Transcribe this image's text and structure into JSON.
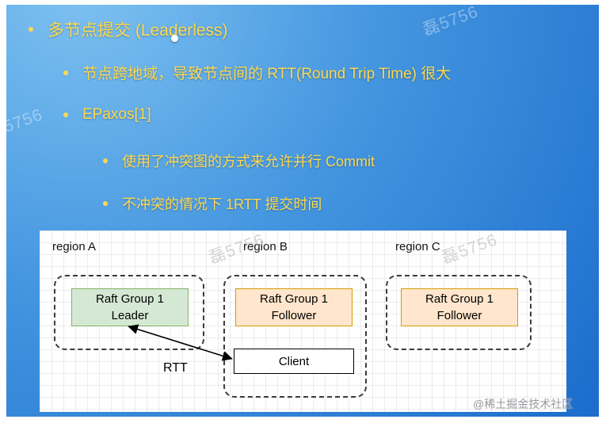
{
  "slide": {
    "bullet1": "多节点提交 (Leaderless)",
    "bullet2": "节点跨地域，导致节点间的 RTT(Round Trip Time) 很大",
    "bullet3": "EPaxos[1]",
    "bullet4": "使用了冲突图的方式来允许并行 Commit",
    "bullet5": "不冲突的情况下 1RTT 提交时间"
  },
  "diagram": {
    "region_a": {
      "label": "region A",
      "node": "Raft Group 1\nLeader"
    },
    "region_b": {
      "label": "region B",
      "node": "Raft Group 1\nFollower",
      "client": "Client"
    },
    "region_c": {
      "label": "region C",
      "node": "Raft Group 1\nFollower"
    },
    "arrow_label": "RTT"
  },
  "colors": {
    "slide_background_top": "#7fc2f1",
    "slide_background_bottom": "#1b6ccc",
    "bullet_text": "#ffd84d",
    "leader_fill": "#d5e8d4",
    "leader_border": "#82b366",
    "follower_fill": "#ffe6cc",
    "follower_border": "#d79b00"
  },
  "watermark": {
    "repeat_text": "磊5756",
    "credit": "@稀土掘金技术社区"
  }
}
